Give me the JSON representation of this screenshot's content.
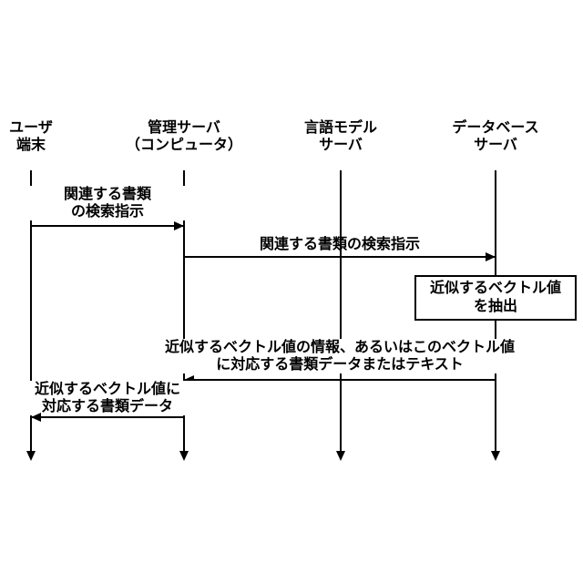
{
  "diagram": {
    "type": "sequence-diagram",
    "colors": {
      "line": "#000000",
      "text": "#000000",
      "background": "#ffffff"
    },
    "actors": [
      {
        "id": "user-terminal",
        "name_line1": "ユーザ",
        "name_line2": "端末"
      },
      {
        "id": "management-server",
        "name_line1": "管理サーバ",
        "name_line2": "（コンピュータ）"
      },
      {
        "id": "language-model-server",
        "name_line1": "言語モデル",
        "name_line2": "サーバ"
      },
      {
        "id": "database-server",
        "name_line1": "データベース",
        "name_line2": "サーバ"
      }
    ],
    "messages": [
      {
        "from": "user-terminal",
        "to": "management-server",
        "direction": "right",
        "label_line1": "関連する書類",
        "label_line2": "の検索指示"
      },
      {
        "from": "management-server",
        "to": "database-server",
        "direction": "right",
        "label_line1": "関連する書類の検索指示",
        "label_line2": ""
      },
      {
        "from": "database-server",
        "to": "management-server",
        "direction": "left",
        "label_line1": "近似するベクトル値の情報、あるいはこのベクトル値",
        "label_line2": "に対応する書類データまたはテキスト"
      },
      {
        "from": "management-server",
        "to": "user-terminal",
        "direction": "left",
        "label_line1": "近似するベクトル値に",
        "label_line2": "対応する書類データ"
      }
    ],
    "action_box": {
      "on": "database-server",
      "label_line1": "近似するベクトル値",
      "label_line2": "を抽出"
    }
  }
}
